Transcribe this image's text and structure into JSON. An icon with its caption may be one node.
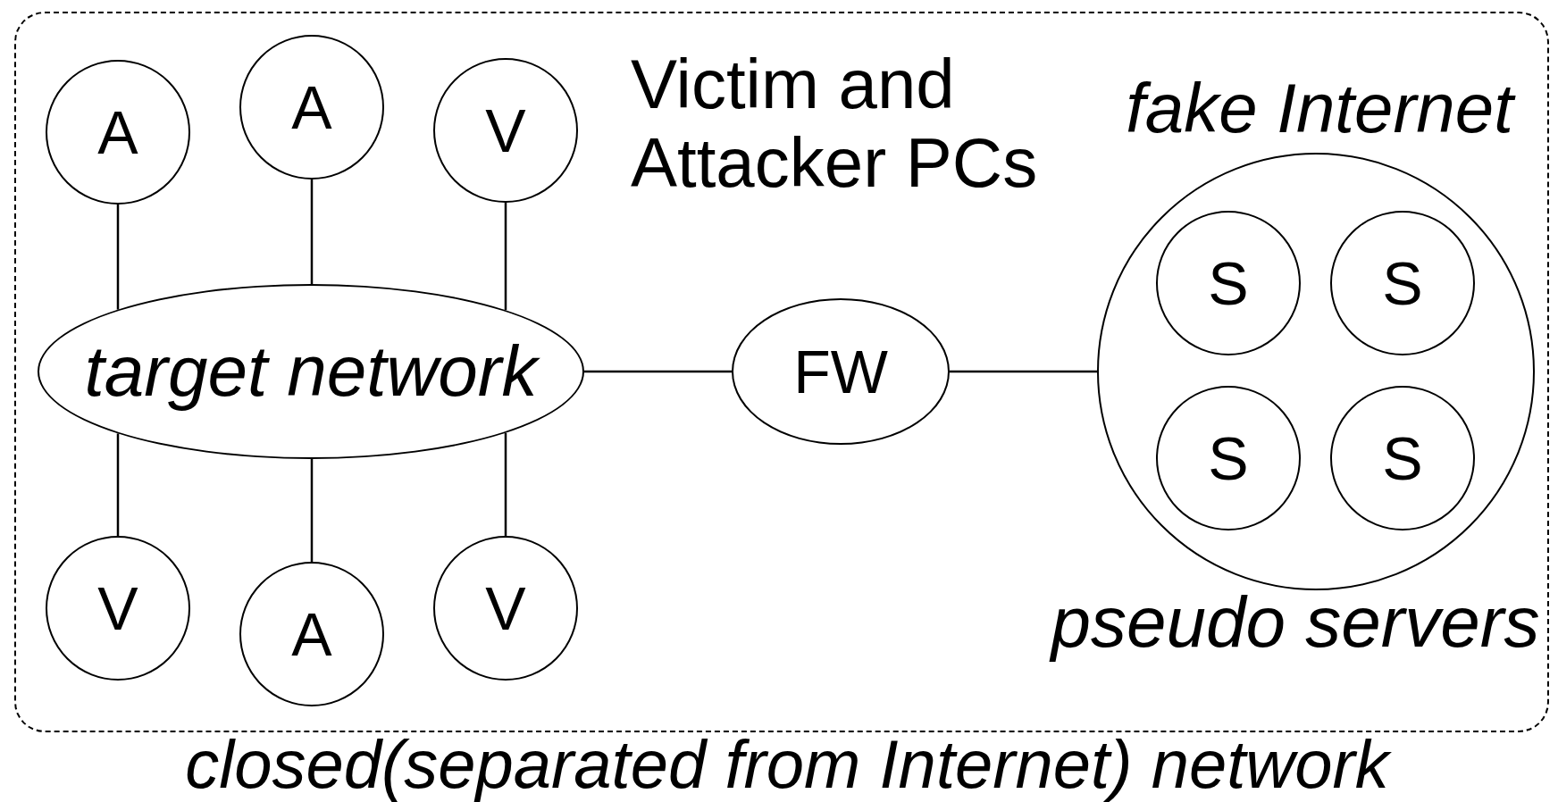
{
  "diagram": {
    "nodes": [
      {
        "text": [
          "closed(separated from Internet) network"
        ]
      },
      {
        "text": [
          "target network"
        ],
        "in": 0
      },
      {
        "text": [
          "A"
        ],
        "in": 0
      },
      {
        "text": [
          "A"
        ],
        "in": 0
      },
      {
        "text": [
          "V"
        ],
        "in": 0
      },
      {
        "text": [
          "V"
        ],
        "in": 0
      },
      {
        "text": [
          "A"
        ],
        "in": 0
      },
      {
        "text": [
          "V"
        ],
        "in": 0
      },
      {
        "text": [
          "FW"
        ],
        "in": 0
      },
      {
        "text": [
          "fake Internet",
          "pseudo servers"
        ],
        "in": 0
      },
      {
        "text": [
          "S"
        ],
        "in": 9
      },
      {
        "text": [
          "S"
        ],
        "in": 9
      },
      {
        "text": [
          "S"
        ],
        "in": 9
      },
      {
        "text": [
          "S"
        ],
        "in": 9
      }
    ],
    "edges": [
      {
        "from": 2,
        "to": 1,
        "arrow": "none"
      },
      {
        "from": 3,
        "to": 1,
        "arrow": "none"
      },
      {
        "from": 4,
        "to": 1,
        "arrow": "none"
      },
      {
        "from": 5,
        "to": 1,
        "arrow": "none"
      },
      {
        "from": 6,
        "to": 1,
        "arrow": "none"
      },
      {
        "from": 7,
        "to": 1,
        "arrow": "none"
      },
      {
        "from": 1,
        "to": 8,
        "arrow": "none"
      },
      {
        "from": 8,
        "to": 9,
        "arrow": "none"
      }
    ],
    "labels": [
      "Victim and Attacker PCs"
    ]
  }
}
